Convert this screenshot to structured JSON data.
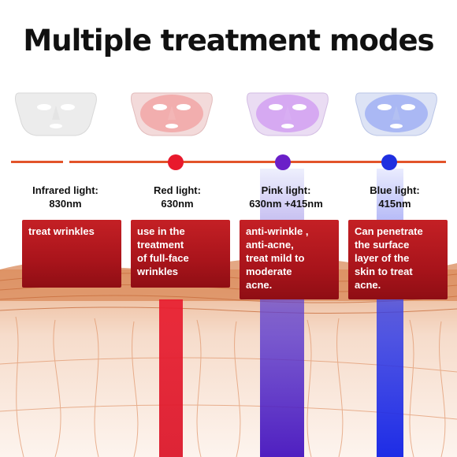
{
  "title": "Multiple treatment modes",
  "modes": [
    {
      "name": "Infrared light:",
      "wavelength": "830nm",
      "effect": [
        "treat wrinkles"
      ],
      "color": "#e9e9e9"
    },
    {
      "name": "Red light:",
      "wavelength": "630nm",
      "effect": [
        "use in the",
        "treatment",
        "of full-face",
        "wrinkles"
      ],
      "color": "#e8192c"
    },
    {
      "name": "Pink light:",
      "wavelength": "630nm +415nm",
      "effect": [
        "anti-wrinkle ,",
        "anti-acne,",
        "treat mild to",
        "moderate",
        "acne."
      ],
      "color": "#6a1fc8"
    },
    {
      "name": "Blue light:",
      "wavelength": "415nm",
      "effect": [
        "Can penetrate",
        "the surface",
        "layer of the",
        "skin to treat",
        "acne."
      ],
      "color": "#1f2fe0"
    }
  ],
  "colors": {
    "timeline": "#e2542a",
    "box": "#b3161c",
    "skin": "#d9875a"
  }
}
